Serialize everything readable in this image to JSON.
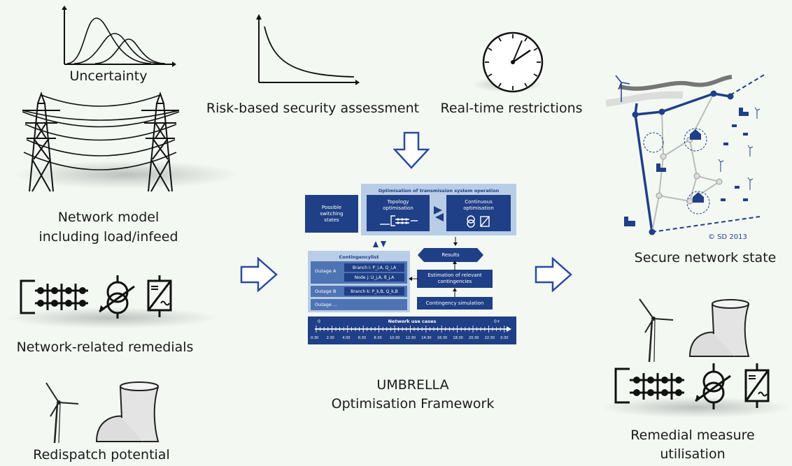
{
  "captions": {
    "uncertainty": "Uncertainty",
    "risk": "Risk-based security assessment",
    "realtime": "Real-time restrictions",
    "network_model_1": "Network model",
    "network_model_2": "including load/infeed",
    "network_remedials": "Network-related remedials",
    "redispatch": "Redispatch potential",
    "secure_state": "Secure network state",
    "umbrella_1": "UMBRELLA",
    "umbrella_2": "Optimisation Framework",
    "remedial_1": "Remedial measure",
    "remedial_2": "utilisation",
    "copyright": "© SD 2013"
  },
  "framework": {
    "opt_title": "Optimisation of transmission system operation",
    "possible_1": "Possible",
    "possible_2": "switching",
    "possible_3": "states",
    "topology_1": "Topology",
    "topology_2": "optimisation",
    "continuous_1": "Continuous",
    "continuous_2": "optimisation",
    "results": "Results",
    "contingencylist": "Contingencylist",
    "outage_a": "Outage A",
    "branch_i": "Branch i: P_i,A, Q_i,A",
    "node_j": "Node j: U_j,A, θ_j,A",
    "outage_b": "Outage B",
    "branch_k": "Branch k: P_k,B, Q_k,B",
    "outage_more": "Outage ...",
    "estimation_1": "Estimation of relevant",
    "estimation_2": "contingencies",
    "contingency_sim": "Contingency simulation",
    "network_use_cases": "Network use cases",
    "timeline_start": "0",
    "timeline_end": "0+",
    "times": [
      "0:30",
      "2:30",
      "4:30",
      "6:30",
      "8:30",
      "10:30",
      "12:30",
      "14:30",
      "16:30",
      "18:30",
      "20:30",
      "22:30",
      "0:30"
    ]
  },
  "colors": {
    "dark_blue": "#1f3f86",
    "light_blue": "#b9cde6",
    "mid_blue": "#4f74b4",
    "background": "#f3f8f3",
    "arrow_blue": "#2b4a9e"
  }
}
